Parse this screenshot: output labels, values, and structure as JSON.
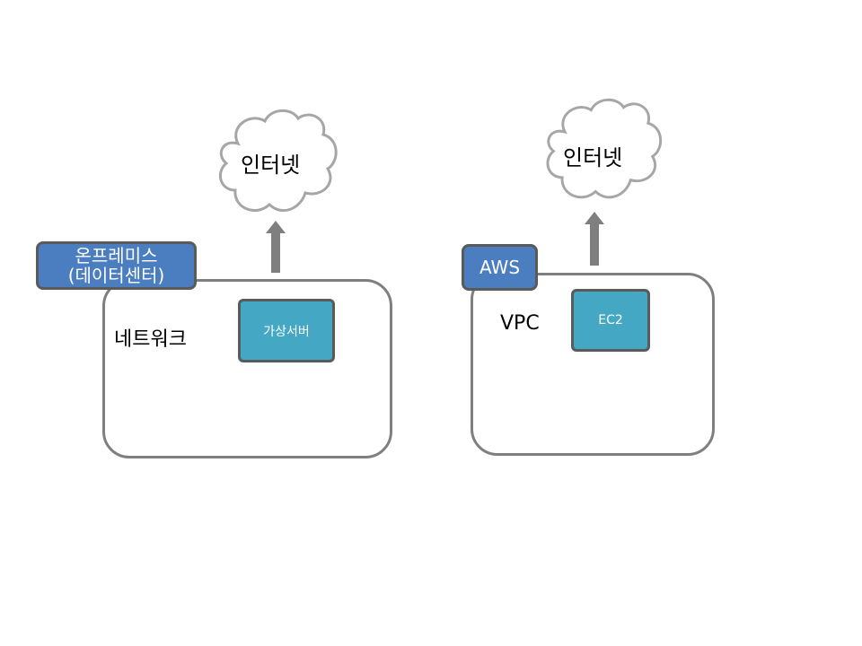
{
  "colors": {
    "box_border": "#7f7f7f",
    "tag_fill": "#4a7ec1",
    "server_fill": "#44a8c4",
    "arrow_fill": "#7f7f7f",
    "cloud_stroke": "#a6a6a6"
  },
  "left": {
    "internet_label": "인터넷",
    "tag_line1": "온프레미스",
    "tag_line2": "(데이터센터)",
    "network_label": "네트워크",
    "server_label": "가상서버"
  },
  "right": {
    "internet_label": "인터넷",
    "tag_label": "AWS",
    "network_label": "VPC",
    "server_label": "EC2"
  }
}
